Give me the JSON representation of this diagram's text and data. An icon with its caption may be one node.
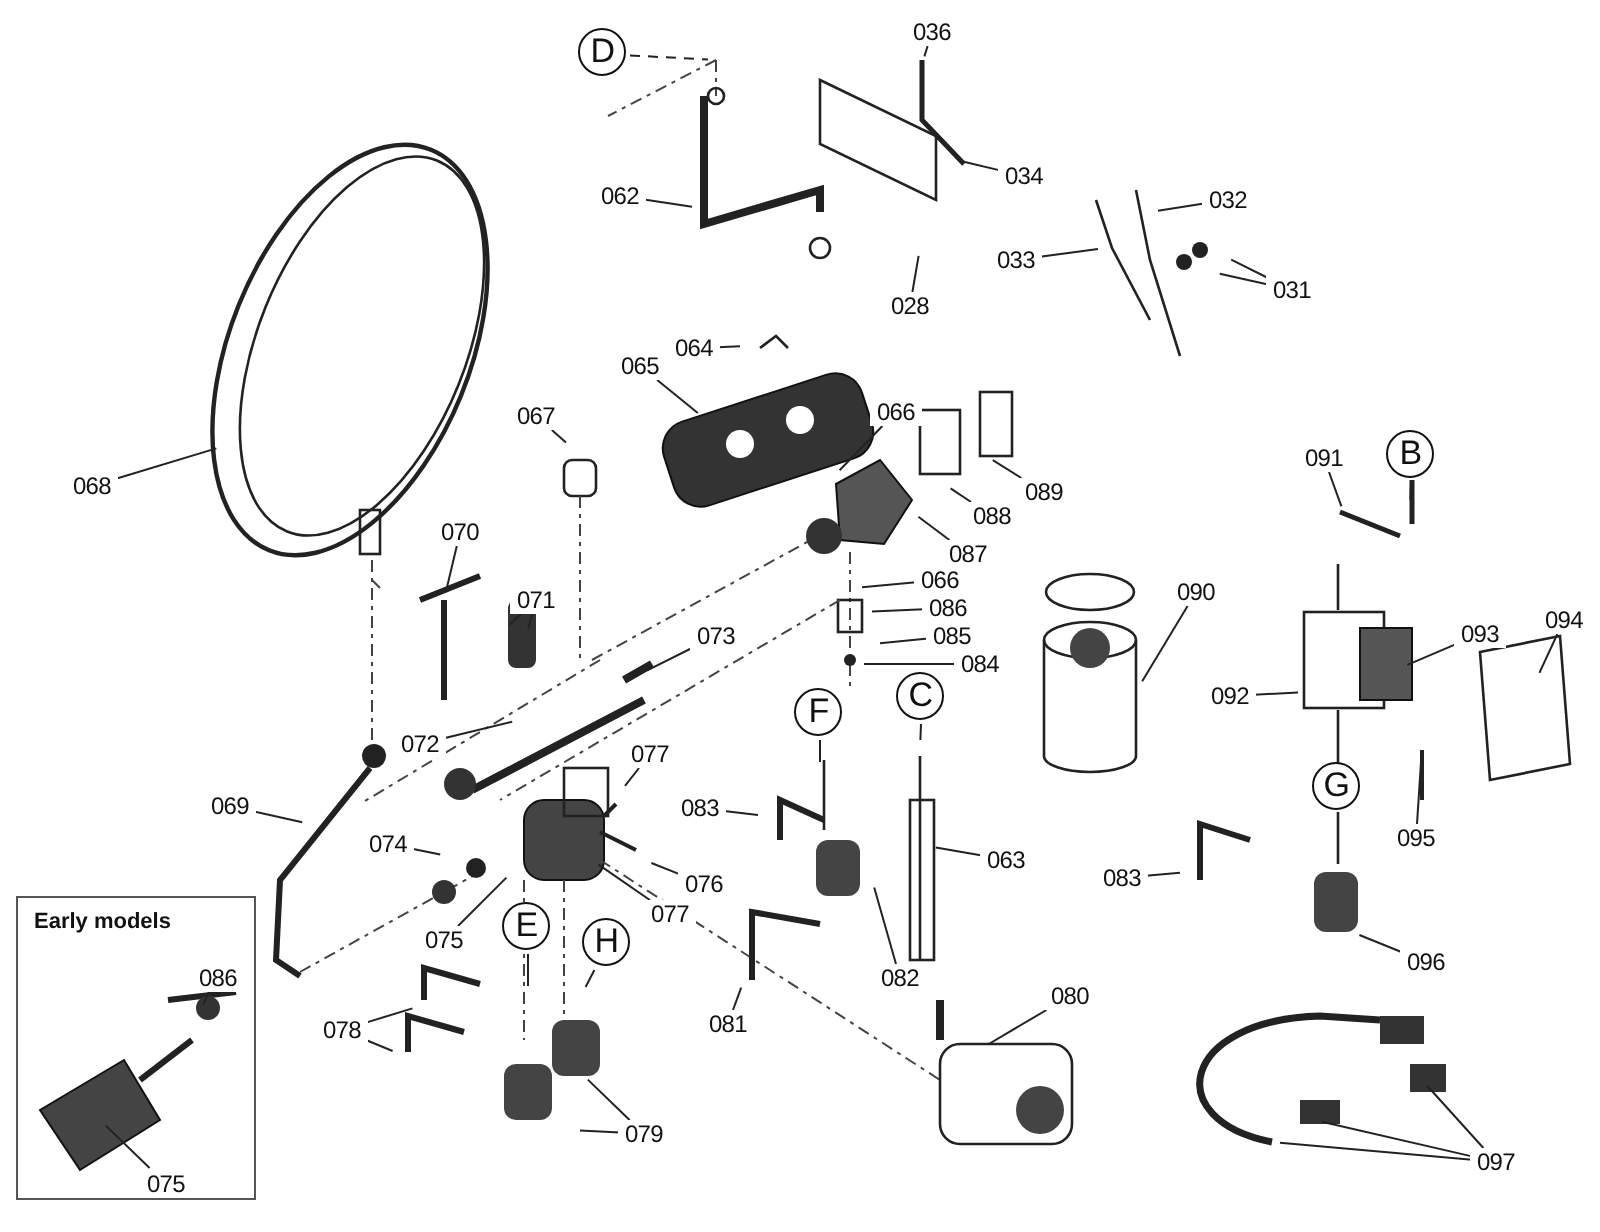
{
  "diagram": {
    "nodes": [
      {
        "text": [
          "D"
        ]
      },
      {
        "text": [
          "036"
        ]
      },
      {
        "text": [
          "034"
        ]
      },
      {
        "text": [
          "032"
        ]
      },
      {
        "text": [
          "062"
        ]
      },
      {
        "text": [
          "033"
        ]
      },
      {
        "text": [
          "031"
        ]
      },
      {
        "text": [
          "028"
        ]
      },
      {
        "text": [
          "064"
        ]
      },
      {
        "text": [
          "065"
        ]
      },
      {
        "text": [
          "068"
        ]
      },
      {
        "text": [
          "067"
        ]
      },
      {
        "text": [
          "066"
        ]
      },
      {
        "text": [
          "089"
        ]
      },
      {
        "text": [
          "091"
        ]
      },
      {
        "text": [
          "B"
        ]
      },
      {
        "text": [
          "088"
        ]
      },
      {
        "text": [
          "087"
        ]
      },
      {
        "text": [
          "070"
        ]
      },
      {
        "text": [
          "066"
        ]
      },
      {
        "text": [
          "071"
        ]
      },
      {
        "text": [
          "086"
        ]
      },
      {
        "text": [
          "090"
        ]
      },
      {
        "text": [
          "085"
        ]
      },
      {
        "text": [
          "093"
        ]
      },
      {
        "text": [
          "094"
        ]
      },
      {
        "text": [
          "084"
        ]
      },
      {
        "text": [
          "073"
        ]
      },
      {
        "text": [
          "F"
        ]
      },
      {
        "text": [
          "C"
        ]
      },
      {
        "text": [
          "092"
        ]
      },
      {
        "text": [
          "072"
        ]
      },
      {
        "text": [
          "077"
        ]
      },
      {
        "text": [
          "069"
        ]
      },
      {
        "text": [
          "G"
        ]
      },
      {
        "text": [
          "083"
        ]
      },
      {
        "text": [
          "074"
        ]
      },
      {
        "text": [
          "095"
        ]
      },
      {
        "text": [
          "076"
        ]
      },
      {
        "text": [
          "063"
        ]
      },
      {
        "text": [
          "083"
        ]
      },
      {
        "text": [
          "075"
        ]
      },
      {
        "text": [
          "E"
        ]
      },
      {
        "text": [
          "H"
        ]
      },
      {
        "text": [
          "077"
        ]
      },
      {
        "text": [
          "082"
        ]
      },
      {
        "text": [
          "096"
        ]
      },
      {
        "text": [
          "081"
        ]
      },
      {
        "text": [
          "080"
        ]
      },
      {
        "text": [
          "078"
        ]
      },
      {
        "text": [
          "079"
        ]
      },
      {
        "text": [
          "097"
        ]
      },
      {
        "text": [
          "Early models"
        ]
      },
      {
        "text": [
          "086"
        ],
        "in": 52
      },
      {
        "text": [
          "075"
        ],
        "in": 52
      }
    ],
    "edges": [
      {
        "from": 0,
        "to": null,
        "arrow": "none",
        "style": "dashed"
      },
      {
        "from": 1,
        "to": null,
        "arrow": "none"
      },
      {
        "from": 2,
        "to": null,
        "arrow": "none"
      },
      {
        "from": 3,
        "to": null,
        "arrow": "none"
      },
      {
        "from": 4,
        "to": null,
        "arrow": "none"
      },
      {
        "from": 5,
        "to": null,
        "arrow": "none"
      },
      {
        "from": 6,
        "to": null,
        "arrow": "none"
      },
      {
        "from": 6,
        "to": null,
        "arrow": "none"
      },
      {
        "from": 7,
        "to": null,
        "arrow": "none"
      },
      {
        "from": 8,
        "to": null,
        "arrow": "none"
      },
      {
        "from": 9,
        "to": null,
        "arrow": "none"
      },
      {
        "from": 10,
        "to": null,
        "arrow": "none"
      },
      {
        "from": 11,
        "to": null,
        "arrow": "none"
      },
      {
        "from": 12,
        "to": null,
        "arrow": "none"
      },
      {
        "from": 13,
        "to": null,
        "arrow": "none"
      },
      {
        "from": 14,
        "to": null,
        "arrow": "none"
      },
      {
        "from": 15,
        "to": null,
        "arrow": "none"
      },
      {
        "from": 16,
        "to": null,
        "arrow": "none"
      },
      {
        "from": 17,
        "to": null,
        "arrow": "none"
      },
      {
        "from": 18,
        "to": null,
        "arrow": "none"
      },
      {
        "from": 19,
        "to": null,
        "arrow": "none"
      },
      {
        "from": 20,
        "to": null,
        "arrow": "none"
      },
      {
        "from": 20,
        "to": null,
        "arrow": "none"
      },
      {
        "from": 21,
        "to": null,
        "arrow": "none"
      },
      {
        "from": 22,
        "to": null,
        "arrow": "none"
      },
      {
        "from": 23,
        "to": null,
        "arrow": "none"
      },
      {
        "from": 24,
        "to": null,
        "arrow": "none"
      },
      {
        "from": 25,
        "to": null,
        "arrow": "none"
      },
      {
        "from": 26,
        "to": null,
        "arrow": "none"
      },
      {
        "from": 27,
        "to": null,
        "arrow": "none"
      },
      {
        "from": 28,
        "to": null,
        "arrow": "none"
      },
      {
        "from": 29,
        "to": null,
        "arrow": "none"
      },
      {
        "from": 30,
        "to": null,
        "arrow": "none"
      },
      {
        "from": 31,
        "to": null,
        "arrow": "none"
      },
      {
        "from": 32,
        "to": null,
        "arrow": "none"
      },
      {
        "from": 33,
        "to": null,
        "arrow": "none"
      },
      {
        "from": 34,
        "to": null,
        "arrow": "none"
      },
      {
        "from": 35,
        "to": null,
        "arrow": "none"
      },
      {
        "from": 36,
        "to": null,
        "arrow": "none"
      },
      {
        "from": 37,
        "to": null,
        "arrow": "none"
      },
      {
        "from": 38,
        "to": null,
        "arrow": "none"
      },
      {
        "from": 39,
        "to": null,
        "arrow": "none"
      },
      {
        "from": 40,
        "to": null,
        "arrow": "none"
      },
      {
        "from": 41,
        "to": null,
        "arrow": "none"
      },
      {
        "from": 42,
        "to": null,
        "arrow": "none"
      },
      {
        "from": 43,
        "to": null,
        "arrow": "none"
      },
      {
        "from": 44,
        "to": null,
        "arrow": "none"
      },
      {
        "from": 45,
        "to": null,
        "arrow": "none"
      },
      {
        "from": 46,
        "to": null,
        "arrow": "none"
      },
      {
        "from": 47,
        "to": null,
        "arrow": "none"
      },
      {
        "from": 48,
        "to": null,
        "arrow": "none"
      },
      {
        "from": 49,
        "to": null,
        "arrow": "none"
      },
      {
        "from": 49,
        "to": null,
        "arrow": "none"
      },
      {
        "from": 50,
        "to": null,
        "arrow": "none"
      },
      {
        "from": 50,
        "to": null,
        "arrow": "none"
      },
      {
        "from": 51,
        "to": null,
        "arrow": "none"
      },
      {
        "from": 51,
        "to": null,
        "arrow": "none"
      },
      {
        "from": 51,
        "to": null,
        "arrow": "none"
      },
      {
        "from": 53,
        "to": null,
        "arrow": "none"
      },
      {
        "from": 54,
        "to": null,
        "arrow": "none"
      }
    ]
  }
}
